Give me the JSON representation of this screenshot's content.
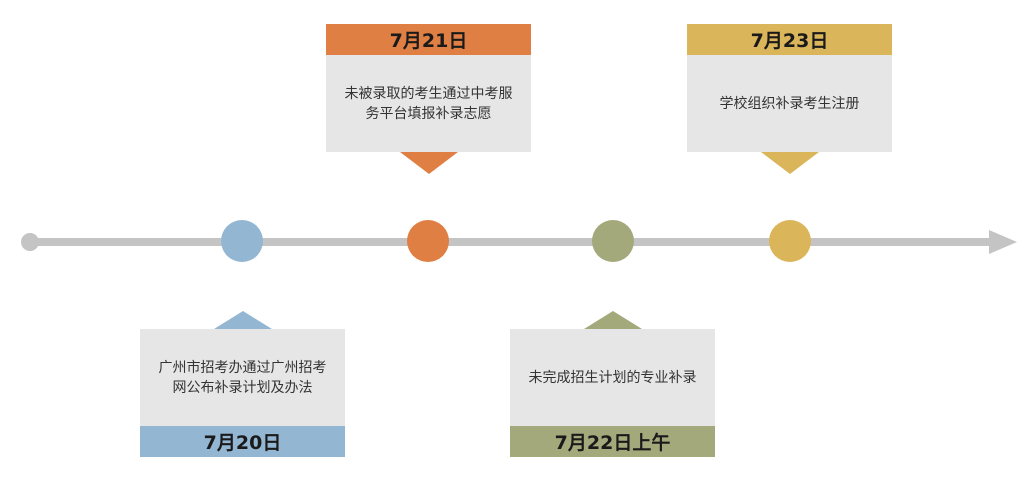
{
  "colors": {
    "axis": "#c4c4c4",
    "blue": "#93b6d3",
    "orange": "#e07f44",
    "green": "#a4a97c",
    "gold": "#dbb55a",
    "card_bg": "#e6e6e6"
  },
  "events": [
    {
      "date": "7月20日",
      "desc": "广州市招考办通过广州招考网公布补录计划及办法",
      "color": "#93b6d3"
    },
    {
      "date": "7月21日",
      "desc": "未被录取的考生通过中考服务平台填报补录志愿",
      "color": "#e07f44"
    },
    {
      "date": "7月22日上午",
      "desc": "未完成招生计划的专业补录",
      "color": "#a4a97c"
    },
    {
      "date": "7月23日",
      "desc": "学校组织补录考生注册",
      "color": "#dbb55a"
    }
  ]
}
